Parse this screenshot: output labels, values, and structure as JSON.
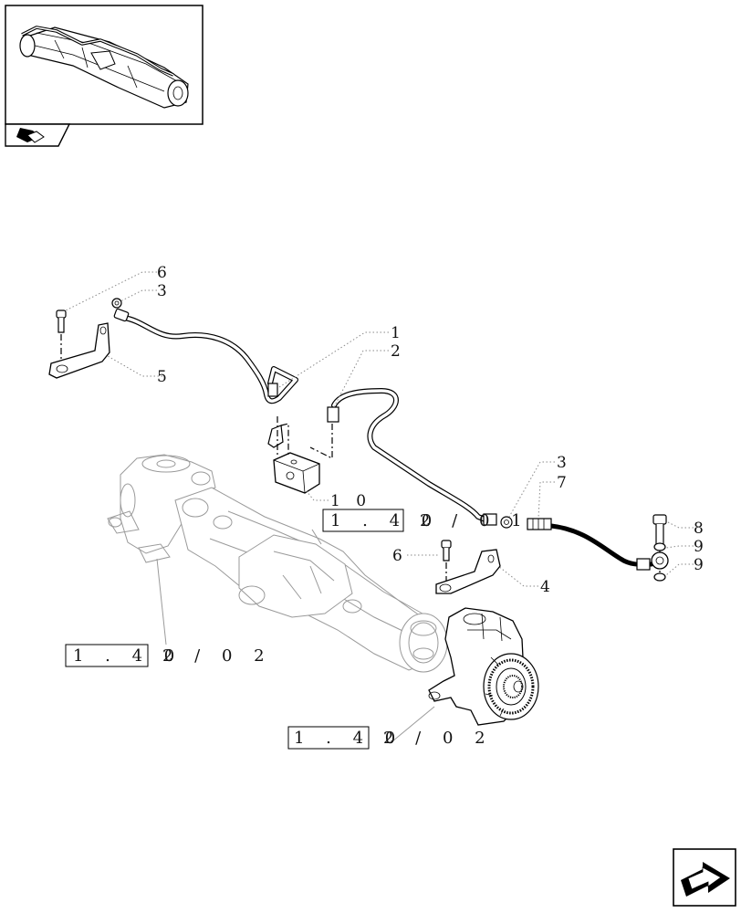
{
  "callouts": {
    "c6_top": "6",
    "c3_top": "3",
    "c1": "1",
    "c2": "2",
    "c5": "5",
    "c10": "1 0",
    "c3_right": "3",
    "c7": "7",
    "c8": "8",
    "c9_upper": "9",
    "c9_lower": "9",
    "c6_mid": "6",
    "c4": "4"
  },
  "references": {
    "ref_center": {
      "boxed": "1 . 4 0",
      "suffix": "2 / 0 1"
    },
    "ref_left": {
      "boxed": "1 . 4 0",
      "suffix": "2 / 0 2"
    },
    "ref_bottom": {
      "boxed": "1 . 4 0",
      "suffix": "2 / 0 2"
    }
  },
  "icons": {
    "thumbnail": "front-axle-thumbnail",
    "tab": "book-icon",
    "nav": "next-page-arrow-icon"
  }
}
